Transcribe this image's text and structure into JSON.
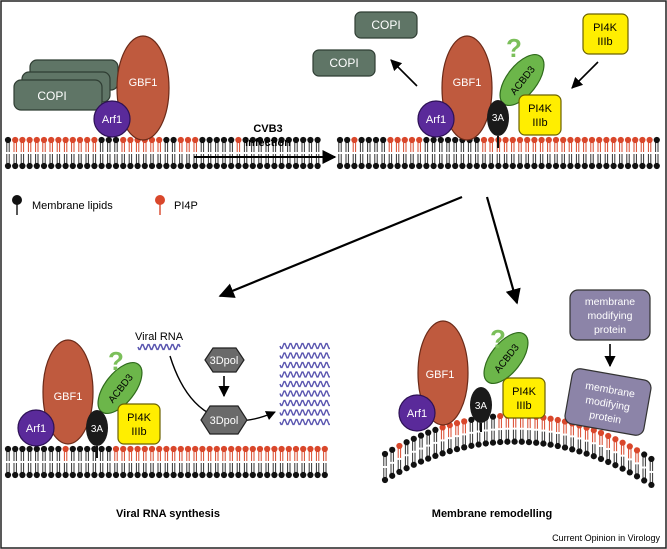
{
  "colors": {
    "copi": "#5f7566",
    "gbf1": "#bf5a3e",
    "arf1": "#5a2a9a",
    "acbd3": "#6cb64a",
    "pi4k": "#ffee00",
    "threeA": "#1a1a1a",
    "dpol": "#6a6a6a",
    "mmp": "#8c84a8",
    "pi4p_head": "#d9472b",
    "lipid_head": "#111111",
    "question": "#7bbf5a",
    "rna": "#5b57b0"
  },
  "labels": {
    "copi": "COPI",
    "gbf1": "GBF1",
    "arf1": "Arf1",
    "acbd3": "ACBD3",
    "three_a": "3A",
    "pi4k_line1": "PI4K",
    "pi4k_line2": "IIIb",
    "question": "?",
    "cvb3_line1": "CVB3",
    "cvb3_line2": "infection",
    "legend_lipids": "Membrane lipids",
    "legend_pi4p": "PI4P",
    "viral_rna": "Viral RNA",
    "dpol": "3Dpol",
    "mmp_line1": "membrane",
    "mmp_line2": "modifying",
    "mmp_line3": "protein",
    "caption_left": "Viral RNA synthesis",
    "caption_right": "Membrane remodelling",
    "credit": "Current Opinion in Virology"
  }
}
